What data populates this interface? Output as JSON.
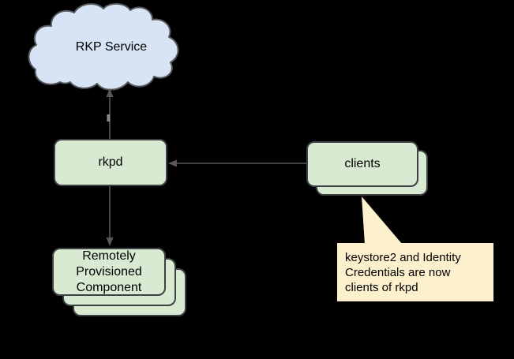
{
  "colors": {
    "background": "#000000",
    "cloud_fill": "#d7e4f5",
    "cloud_stroke": "#55585c",
    "box_fill": "#d9ead3",
    "box_stroke": "#3e4143",
    "callout_fill": "#fcf0cd",
    "line": "#595959",
    "handle": "#8f8f8f",
    "text": "#000000"
  },
  "diagram": {
    "cloud": {
      "label": "RKP Service"
    },
    "rkpd": {
      "label": "rkpd"
    },
    "clients": {
      "label": "clients",
      "stacked_copies": 2
    },
    "component": {
      "label": "Remotely Provisioned Component",
      "stacked_copies": 3
    },
    "callout": {
      "text": "keystore2 and Identity Credentials are now clients of rkpd"
    },
    "edges": [
      {
        "from": "rkpd",
        "to": "RKP Service",
        "arrowhead_at": "RKP Service"
      },
      {
        "from": "clients",
        "to": "rkpd",
        "arrowhead_at": "rkpd"
      },
      {
        "from": "rkpd",
        "to": "Remotely Provisioned Component",
        "arrowhead_at": "Remotely Provisioned Component"
      }
    ]
  }
}
